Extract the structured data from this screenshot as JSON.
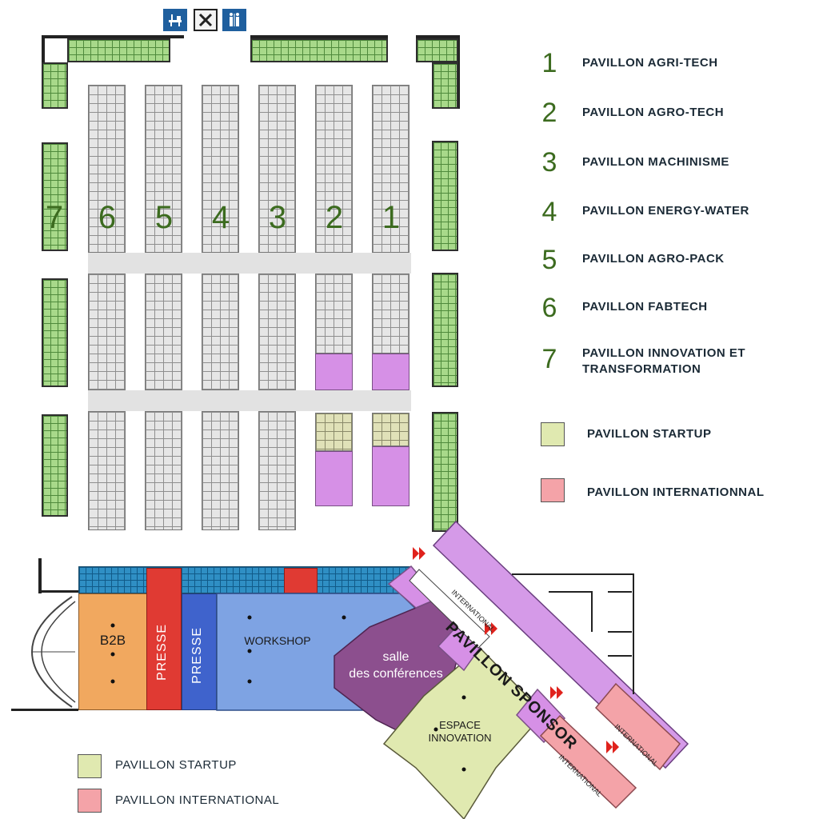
{
  "colors": {
    "agri_green": "#a8d98a",
    "gray_stand": "#e6e6e6",
    "startup": "#e0e9b0",
    "international": "#f4a3a8",
    "violet": "#d690e6",
    "presse_red": "#e03a33",
    "presse_blue": "#3f63cc",
    "b2b_orange": "#f1a85f",
    "workshop_blue": "#7ea3e3",
    "conference_purple": "#8c4f8e",
    "sponsor_violet": "#d59ae8",
    "number_green": "#3c6b1f"
  },
  "header_icons": [
    "restaurant-icon",
    "close-icon",
    "restroom-icon"
  ],
  "column_numbers": [
    "7",
    "6",
    "5",
    "4",
    "3",
    "2",
    "1"
  ],
  "legend": [
    {
      "num": "1",
      "label": "PAVILLON AGRI-TECH"
    },
    {
      "num": "2",
      "label": "PAVILLON AGRO-TECH"
    },
    {
      "num": "3",
      "label": "PAVILLON MACHINISME"
    },
    {
      "num": "4",
      "label": "PAVILLON ENERGY-WATER"
    },
    {
      "num": "5",
      "label": "PAVILLON AGRO-PACK"
    },
    {
      "num": "6",
      "label": "PAVILLON FABTECH"
    },
    {
      "num": "7",
      "label_line1": "PAVILLON INNOVATION ET",
      "label_line2": "TRANSFORMATION"
    }
  ],
  "legend_swatches": [
    {
      "label": "PAVILLON STARTUP",
      "color": "#e0e9b0"
    },
    {
      "label": "PAVILLON INTERNATIONNAL",
      "color": "#f4a3a8"
    }
  ],
  "bottom_legend": [
    {
      "label": "PAVILLON STARTUP",
      "color": "#e0e9b0"
    },
    {
      "label": "PAVILLON INTERNATIONAL",
      "color": "#f4a3a8"
    }
  ],
  "zones": {
    "b2b": "B2B",
    "presse_1": "PRESSE",
    "presse_2": "PRESSE",
    "workshop": "WORKSHOP",
    "salle_line1": "salle",
    "salle_line2": "des conférences",
    "espace_line1": "ESPACE",
    "espace_line2": "INNOVATION",
    "sponsor": "PAVILLON SPONSOR",
    "international_a": "INTERNATIONAL",
    "international_b": "INTERNATIONAL",
    "international_c": "INTERNATIONAL"
  }
}
